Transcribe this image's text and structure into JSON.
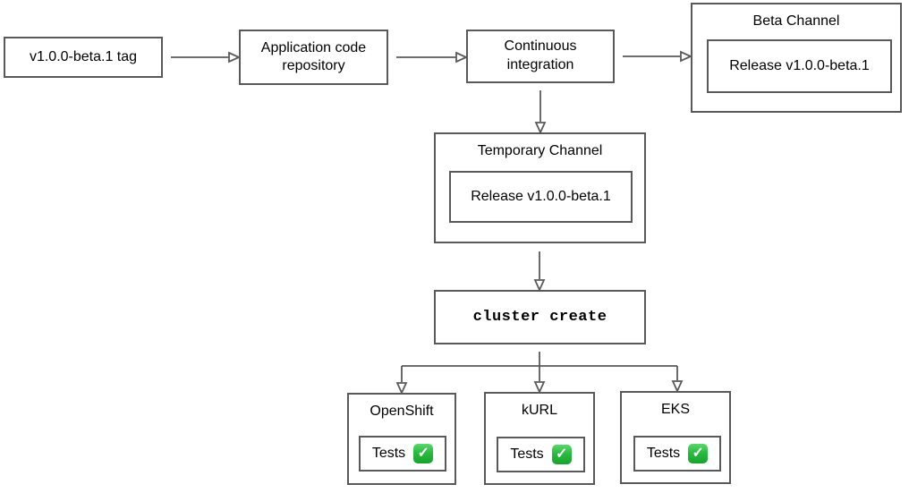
{
  "colors": {
    "border": "#595959",
    "connector": "#595959",
    "text": "#000000",
    "check_green": "#2bbb41",
    "background": "#ffffff"
  },
  "nodes": {
    "tag": {
      "label": "v1.0.0-beta.1 tag"
    },
    "repo": {
      "label": "Application code repository"
    },
    "ci": {
      "label": "Continuous integration"
    },
    "beta_channel": {
      "title": "Beta Channel",
      "release_label": "Release v1.0.0-beta.1"
    },
    "temporary_channel": {
      "title": "Temporary Channel",
      "release_label": "Release v1.0.0-beta.1"
    },
    "cluster_create": {
      "label": "cluster create"
    },
    "clusters": [
      {
        "title": "OpenShift",
        "tests_label": "Tests",
        "status_icon": "check-mark-emoji",
        "check_glyph": "✓"
      },
      {
        "title": "kURL",
        "tests_label": "Tests",
        "status_icon": "check-mark-emoji",
        "check_glyph": "✓"
      },
      {
        "title": "EKS",
        "tests_label": "Tests",
        "status_icon": "check-mark-emoji",
        "check_glyph": "✓"
      }
    ]
  }
}
